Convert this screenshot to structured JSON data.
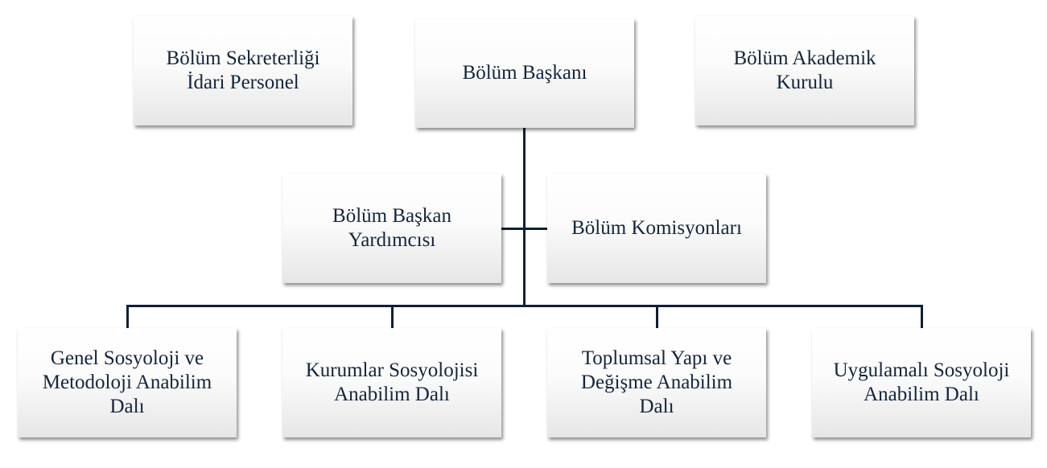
{
  "top_row": [
    {
      "label": "Bölüm Sekreterliği\nİdari Personel"
    },
    {
      "label": "Bölüm Başkanı"
    },
    {
      "label": "Bölüm Akademik\nKurulu"
    }
  ],
  "middle_row": [
    {
      "label": "Bölüm Başkan\nYardımcısı"
    },
    {
      "label": "Bölüm Komisyonları"
    }
  ],
  "bottom_row": [
    {
      "label": "Genel Sosyoloji ve\nMetodoloji Anabilim\nDalı"
    },
    {
      "label": "Kurumlar Sosyolojisi\nAnabilim Dalı"
    },
    {
      "label": "Toplumsal Yapı ve\nDeğişme Anabilim\nDalı"
    },
    {
      "label": "Uygulamalı Sosyoloji\nAnabilim Dalı"
    }
  ]
}
